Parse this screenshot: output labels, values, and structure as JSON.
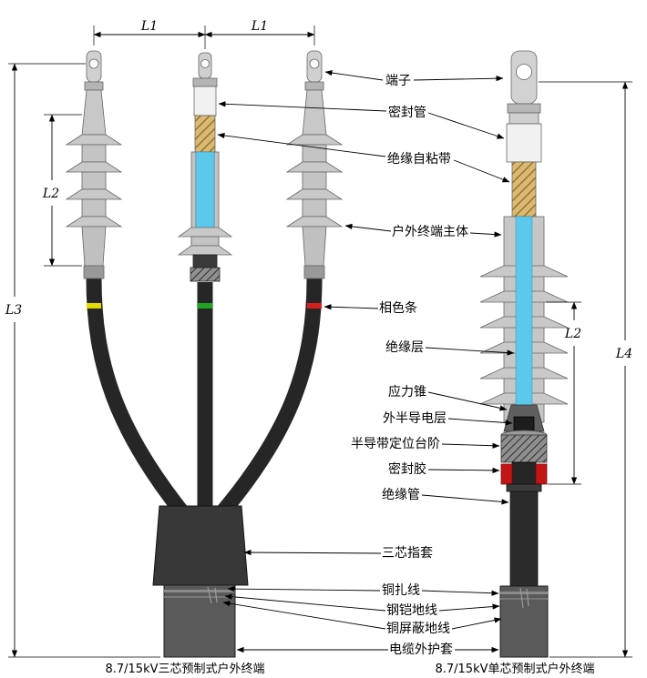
{
  "labels": {
    "terminal": "端子",
    "sealing_tube": "密封管",
    "insulation_self_adhesive_tape": "绝缘自粘带",
    "outdoor_termination_body": "户外终端主体",
    "phase_color_strip": "相色条",
    "insulation_layer": "绝缘层",
    "stress_cone": "应力锥",
    "outer_semiconductive_layer": "外半导电层",
    "semiconductive_tape_positioning_step": "半导带定位台阶",
    "sealing_glue": "密封胶",
    "insulating_tube": "绝缘管",
    "three_core_glove": "三芯指套",
    "copper_binding_wire": "铜扎线",
    "steel_armor_ground_wire": "钢铠地线",
    "copper_shield_ground_wire": "铜屏蔽地线",
    "cable_outer_sheath": "电缆外护套"
  },
  "dimensions": {
    "l1_left": "L1",
    "l1_right": "L1",
    "l2_left": "L2",
    "l3": "L3",
    "l2_right": "L2",
    "l4": "L4"
  },
  "captions": {
    "left": "8.7/15kV三芯预制式户外终端",
    "right": "8.7/15kV单芯预制式户外终端"
  },
  "colors": {
    "insulation_blue": "#5bc8ec",
    "tape_gold": "#d9b973",
    "sealing_red": "#c21616",
    "phase_yellow": "#e3d800",
    "phase_green": "#1fa41f",
    "phase_red": "#d42020",
    "metal_gray": "#c8c8c8",
    "cable_black": "#262626",
    "sheath_gray": "#5a5a5a"
  }
}
